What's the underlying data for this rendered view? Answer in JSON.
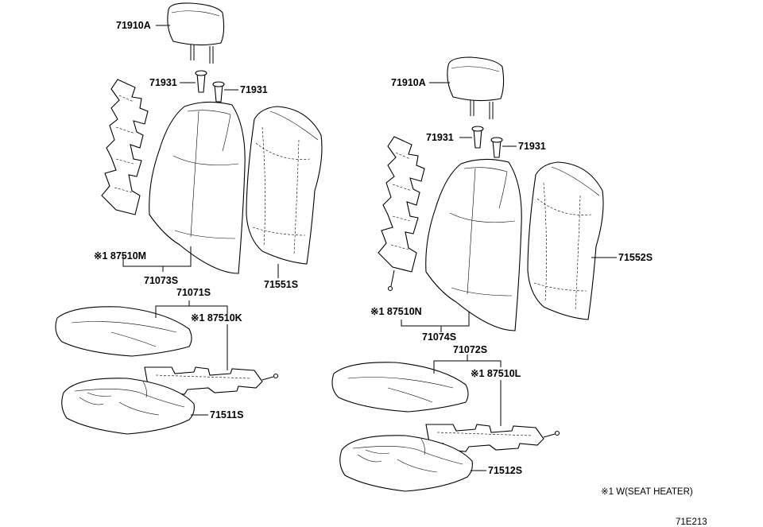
{
  "labels": {
    "headrest_left": "71910A",
    "headrest_right": "71910A",
    "support_left_a": "71931",
    "support_left_b": "71931",
    "support_right_a": "71931",
    "support_right_b": "71931",
    "heater_back_left": "※1 87510M",
    "heater_back_right": "※1 87510N",
    "back_cover_left": "71073S",
    "back_cover_right": "71074S",
    "back_pad_left": "71551S",
    "back_pad_right": "71552S",
    "cushion_cover_left": "71071S",
    "cushion_cover_right": "71072S",
    "heater_cushion_left": "※1 87510K",
    "heater_cushion_right": "※1 87510L",
    "cushion_pad_left": "71511S",
    "cushion_pad_right": "71512S"
  },
  "footnote": "※1 W(SEAT HEATER)",
  "drawing_code": "71E213"
}
